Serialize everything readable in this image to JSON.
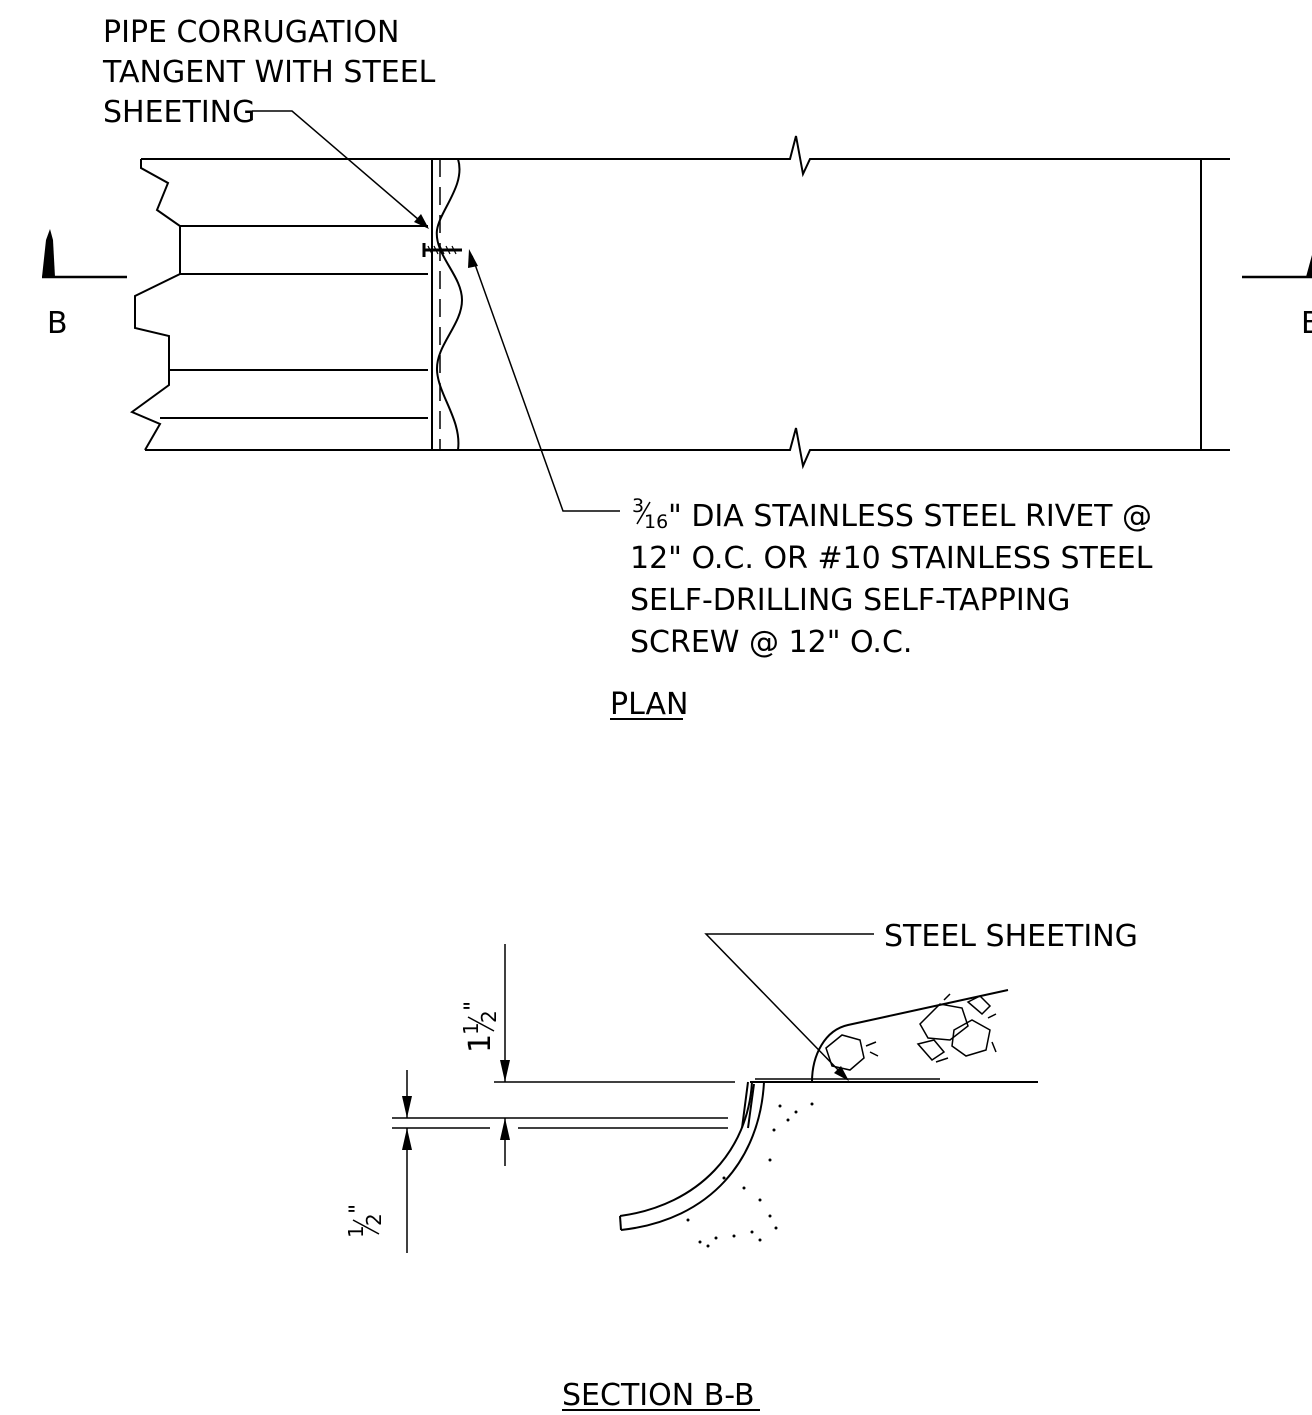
{
  "plan": {
    "callout_corrugation": {
      "line1": "PIPE CORRUGATION",
      "line2": "TANGENT WITH STEEL",
      "line3": "SHEETING"
    },
    "callout_fastener": {
      "fraction_num": "3",
      "fraction_den": "16",
      "line1_rest": "\" DIA STAINLESS STEEL RIVET @",
      "line2": "12\" O.C. OR #10 STAINLESS STEEL",
      "line3": "SELF-DRILLING SELF-TAPPING",
      "line4": "SCREW @ 12\" O.C."
    },
    "section_mark_left": "B",
    "section_mark_right": "B",
    "title": "PLAN"
  },
  "section": {
    "callout_sheeting": "STEEL SHEETING",
    "dim_upper": {
      "whole": "1",
      "num": "1",
      "den": "2",
      "mark": "\""
    },
    "dim_lower": {
      "num": "1",
      "den": "2",
      "mark": "\""
    },
    "title": "SECTION B-B"
  }
}
